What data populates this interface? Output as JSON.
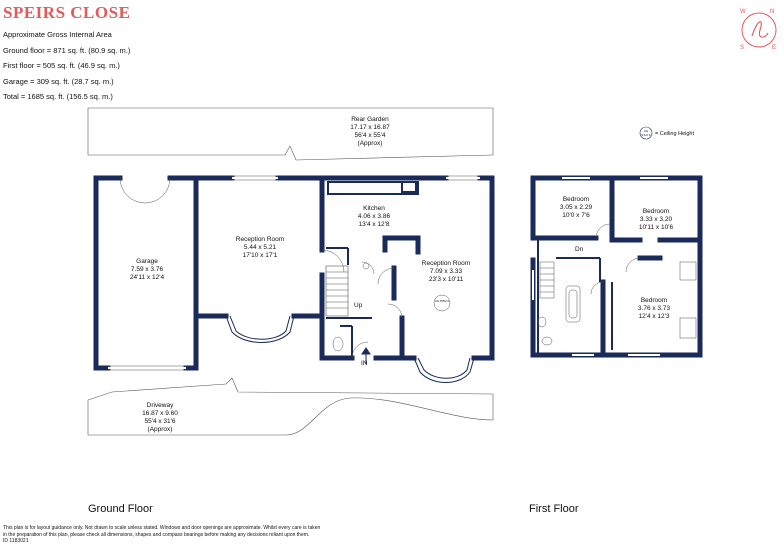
{
  "header": {
    "title": "SPEIRS CLOSE",
    "area_heading": "Approximate Gross Internal Area",
    "areas": [
      "Ground floor = 871 sq. ft. (80.9 sq. m.)",
      "First floor = 505 sq. ft. (46.9 sq. m.)",
      "Garage = 309 sq. ft. (28.7 sq. m.)",
      "Total = 1685 sq. ft. (156.5 sq. m.)"
    ]
  },
  "compass": {
    "n": "N",
    "e": "E",
    "s": "S",
    "w": "W"
  },
  "legend": {
    "marker": "CH 9'4/2.9",
    "text": "= Ceiling Height"
  },
  "ground_floor": {
    "label": "Ground Floor",
    "rear_garden": [
      "Rear Garden",
      "17.17 x 16.87",
      "56'4 x 55'4",
      "(Approx)"
    ],
    "garage": [
      "Garage",
      "7.59 x 3.76",
      "24'11 x 12'4"
    ],
    "reception1": [
      "Reception Room",
      "5.44 x 5.21",
      "17'10 x 17'1"
    ],
    "kitchen": [
      "Kitchen",
      "4.06 x 3.86",
      "13'4 x 12'8"
    ],
    "reception2": [
      "Reception Room",
      "7.09 x 3.33",
      "23'3 x 10'11"
    ],
    "ch_marker": "CH 8'8/2.6",
    "up": "Up",
    "in": "IN",
    "driveway": [
      "Driveway",
      "16.87 x 9.60",
      "55'4 x 31'6",
      "(Approx)"
    ]
  },
  "first_floor": {
    "label": "First Floor",
    "bedroom1": [
      "Bedroom",
      "3.05 x 2.29",
      "10'0 x 7'6"
    ],
    "bedroom2": [
      "Bedroom",
      "3.33 x 3.20",
      "10'11 x 10'6"
    ],
    "bedroom3": [
      "Bedroom",
      "3.76 x 3.73",
      "12'4 x 12'3"
    ],
    "dn": "Dn"
  },
  "footer": {
    "disclaimer1": "This plan is for layout guidance only. Not drawn to scale unless stated. Windows and door openings are approximate. Whilst every care is taken",
    "disclaimer2": "in the preparation of this plan, please check all dimensions, shapes and compass bearings before making any decisions reliant upon them.",
    "id": "ID 1183021"
  },
  "colors": {
    "wall": "#1a2a5a",
    "accent": "#e25a5a"
  }
}
